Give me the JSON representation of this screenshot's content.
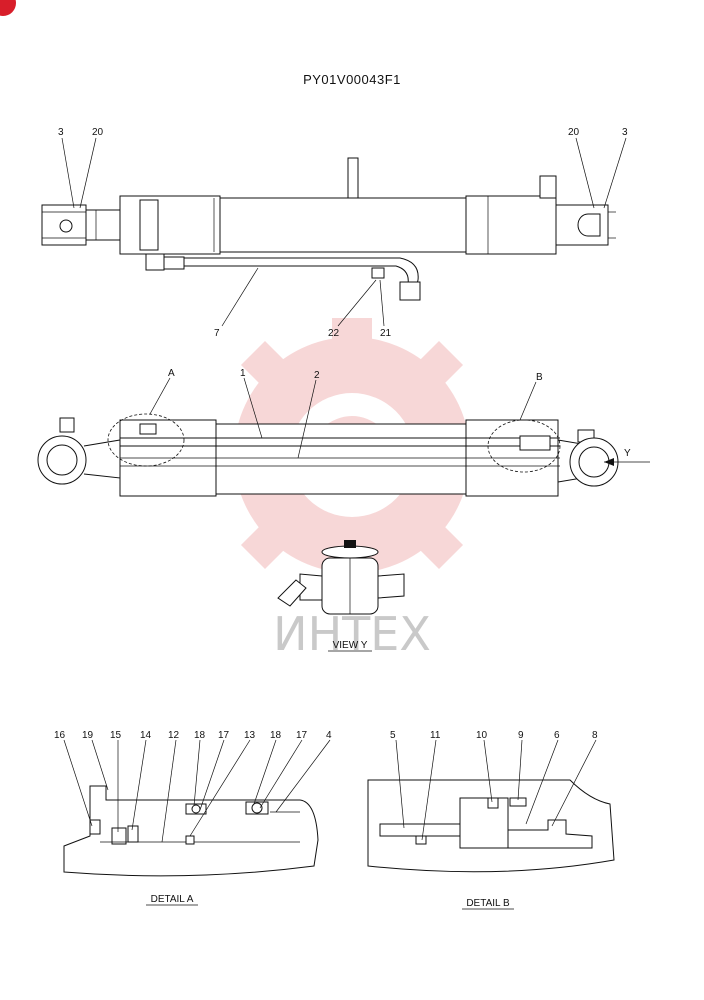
{
  "drawing": {
    "part_number": "PY01V00043F1"
  },
  "callouts": {
    "top_view": [
      "3",
      "20",
      "20",
      "3",
      "7",
      "22",
      "21"
    ],
    "side_view": [
      "A",
      "1",
      "2",
      "B",
      "Y"
    ],
    "detail_a": [
      "16",
      "19",
      "15",
      "14",
      "12",
      "18",
      "17",
      "13",
      "18",
      "17",
      "4"
    ],
    "detail_b": [
      "5",
      "11",
      "10",
      "9",
      "6",
      "8"
    ]
  },
  "captions": {
    "view_y": "VIEW  Y",
    "detail_a": "DETAIL  A",
    "detail_b": "DETAIL  B"
  },
  "watermark": {
    "text": "ИНТЕХ",
    "color": "#f2b8b8"
  }
}
